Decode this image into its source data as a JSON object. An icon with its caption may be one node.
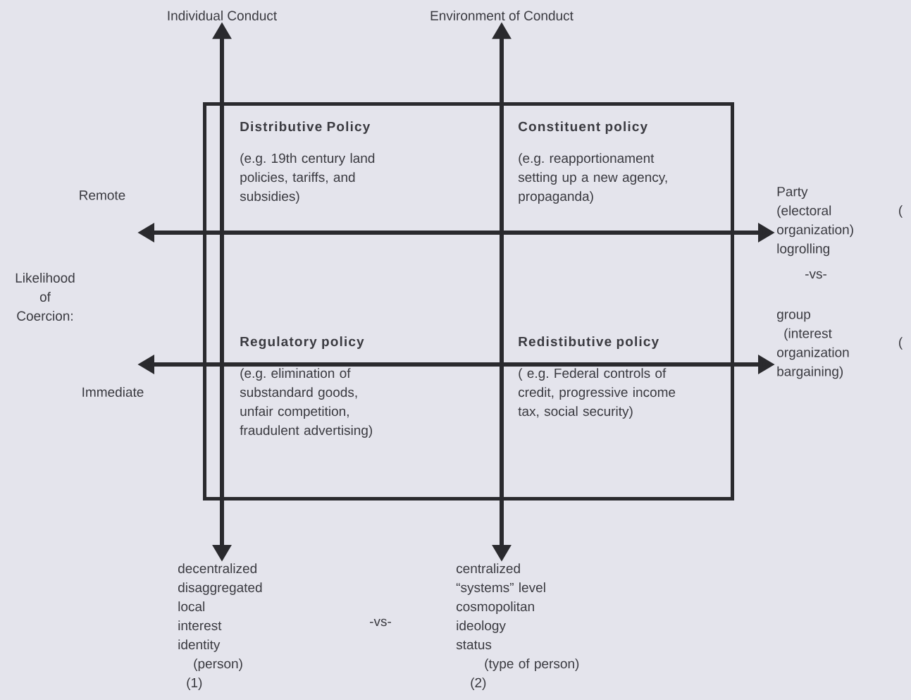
{
  "diagram": {
    "nodes": [
      {
        "text": [
          "Individual Conduct"
        ]
      },
      {
        "text": [
          "Environment of Conduct"
        ]
      },
      {
        "text": [
          "Remote"
        ]
      },
      {
        "text": [
          "Immediate"
        ]
      },
      {
        "text": [
          "Party",
          "(electoral organization)",
          "logrolling"
        ]
      },
      {
        "text": [
          "group",
          "(interest organization bargaining)"
        ]
      },
      {
        "text": [],
        "shape": "box"
      },
      {
        "text": [
          "Distributive Policy",
          "(e.g. 19th century land policies, tariffs, and subsidies)"
        ],
        "in": 6
      },
      {
        "text": [
          "Constituent policy",
          "(e.g. reapportionament setting up a new agency, propaganda)"
        ],
        "in": 6
      },
      {
        "text": [
          "Regulatory policy",
          "(e.g. elimination of substandard goods, unfair competition, fraudulent advertising)"
        ],
        "in": 6
      },
      {
        "text": [
          "Redistibutive policy",
          "( e.g. Federal controls of credit, progressive income tax, social security)"
        ],
        "in": 6
      },
      {
        "text": [
          "decentralized",
          "disaggregated",
          "local",
          "interest",
          "identity",
          "(person)",
          "(1)"
        ]
      },
      {
        "text": [
          "centralized",
          "“systems” level",
          "cosmopolitan",
          "ideology",
          "status",
          "(type of person)",
          "(2)"
        ]
      }
    ],
    "edges": [
      {
        "from": 0,
        "to": 11,
        "arrow": "both"
      },
      {
        "from": 1,
        "to": 12,
        "arrow": "both"
      },
      {
        "from": 2,
        "to": 4,
        "arrow": "both"
      },
      {
        "from": 3,
        "to": 5,
        "arrow": "both"
      }
    ],
    "labels": [
      "Likelihood of Coercion:",
      "(",
      "-vs-",
      "(",
      "-vs-"
    ]
  }
}
